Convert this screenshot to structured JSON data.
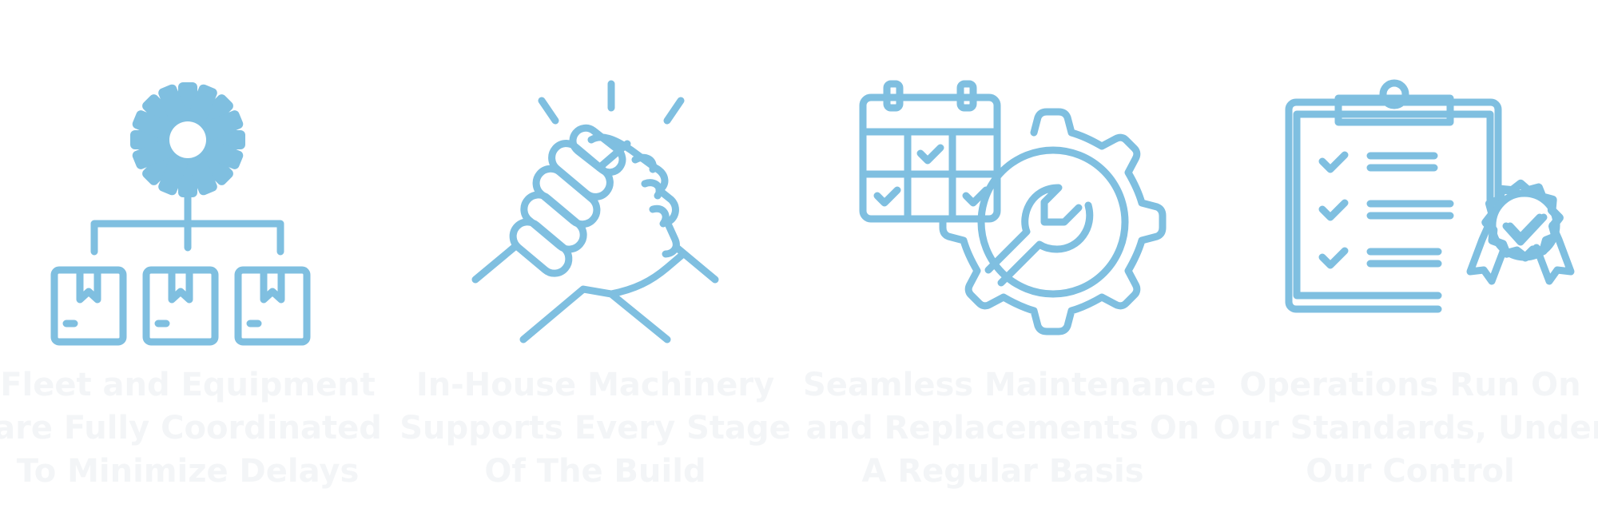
{
  "colors": {
    "icon": "#7fbfe0",
    "caption": "#f3f5f7",
    "background": "#ffffff"
  },
  "features": [
    {
      "icon": "gear-network-boxes-icon",
      "lines": [
        "Fleet and Equipment",
        "are Fully Coordinated",
        "To Minimize Delays"
      ]
    },
    {
      "icon": "handshake-icon",
      "lines": [
        "In-House Machinery",
        "Supports Every Stage",
        "Of The Build"
      ]
    },
    {
      "icon": "calendar-gear-wrench-icon",
      "lines": [
        "Seamless Maintenance",
        "and Replacements On",
        "A Regular Basis"
      ]
    },
    {
      "icon": "clipboard-badge-icon",
      "lines": [
        "Operations Run On",
        "Our Standards, Under",
        "Our Control"
      ]
    }
  ]
}
